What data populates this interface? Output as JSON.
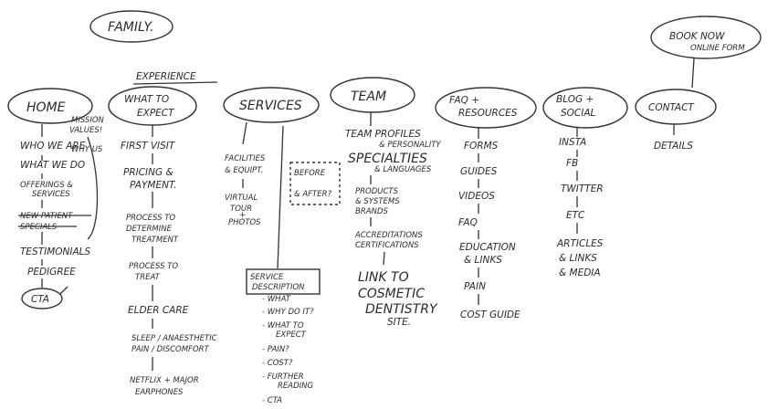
{
  "top": {
    "family": "FAMILY.",
    "experience": "EXPERIENCE",
    "book_now": "BOOK NOW",
    "online_form": "ONLINE FORM"
  },
  "home": {
    "title": "HOME",
    "mission": "MISSION",
    "values": "VALUES!",
    "why_us": "WHY US",
    "items": [
      "WHO WE ARE",
      "WHAT WE DO",
      "OFFERINGS &",
      "SERVICES",
      "NEW PATIENT",
      "SPECIALS",
      "TESTIMONIALS",
      "PEDIGREE"
    ],
    "cta": "CTA"
  },
  "expect": {
    "title1": "WHAT TO",
    "title2": "EXPECT",
    "items": [
      "FIRST VISIT",
      "PRICING &",
      "PAYMENT.",
      "PROCESS TO",
      "DETERMINE",
      "TREATMENT",
      "PROCESS TO",
      "TREAT",
      "ELDER CARE",
      "SLEEP / ANAESTHETIC",
      "PAIN / DISCOMFORT",
      "NETFLIX + MAJOR",
      "EARPHONES"
    ]
  },
  "services": {
    "title": "SERVICES",
    "left": [
      "FACILITIES",
      "& EQUIPT.",
      "VIRTUAL",
      "TOUR",
      "+",
      "PHOTOS"
    ],
    "before": "BEFORE",
    "after": "& AFTER?",
    "box_title1": "SERVICE",
    "box_title2": "DESCRIPTION",
    "desc": [
      "- WHAT",
      "- WHY DO IT?",
      "- WHAT TO",
      "EXPECT",
      "- PAIN?",
      "- COST?",
      "- FURTHER",
      "READING",
      "- CTA"
    ]
  },
  "team": {
    "title": "TEAM",
    "items": [
      "TEAM PROFILES",
      "& PERSONALITY",
      "SPECIALTIES",
      "& LANGUAGES",
      "PRODUCTS",
      "& SYSTEMS",
      "BRANDS",
      "ACCREDITATIONS",
      "CERTIFICATIONS",
      "LINK TO",
      "COSMETIC",
      "DENTISTRY",
      "SITE."
    ]
  },
  "faq": {
    "title1": "FAQ +",
    "title2": "RESOURCES",
    "items": [
      "FORMS",
      "GUIDES",
      "VIDEOS",
      "FAQ",
      "EDUCATION",
      "& LINKS",
      "PAIN",
      "COST GUIDE"
    ]
  },
  "blog": {
    "title1": "BLOG +",
    "title2": "SOCIAL",
    "items": [
      "INSTA",
      "FB",
      "TWITTER",
      "ETC",
      "ARTICLES",
      "& LINKS",
      "& MEDIA"
    ]
  },
  "contact": {
    "title": "CONTACT",
    "items": [
      "DETAILS"
    ]
  }
}
